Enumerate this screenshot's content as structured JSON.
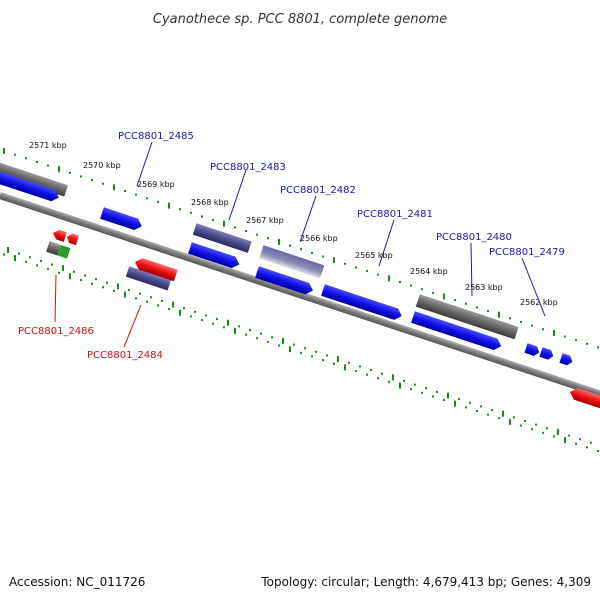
{
  "title": "Cyanothece sp. PCC 8801, complete genome",
  "footer": {
    "accession": "Accession: NC_011726",
    "summary": "Topology: circular; Length: 4,679,413 bp; Genes: 4,309"
  },
  "colors": {
    "forward_gene": "#1010e8",
    "reverse_gene": "#ee1010",
    "gene_label_forward": "#1a1aaa",
    "gene_label_reverse": "#cc1111",
    "tick": "#1a8a1a",
    "backbone": "#777777",
    "pseudo_gene": "#666666",
    "highlight_gene": "#4a4a8a"
  },
  "ruler_labels": [
    "2571 kbp",
    "2570 kbp",
    "2569 kbp",
    "2568 kbp",
    "2567 kbp",
    "2566 kbp",
    "2565 kbp",
    "2564 kbp",
    "2563 kbp",
    "2562 kbp"
  ],
  "gene_labels": {
    "forward": [
      "PCC8801_2485",
      "PCC8801_2483",
      "PCC8801_2482",
      "PCC8801_2481",
      "PCC8801_2480",
      "PCC8801_2479"
    ],
    "reverse": [
      "PCC8801_2486",
      "PCC8801_2484"
    ]
  }
}
